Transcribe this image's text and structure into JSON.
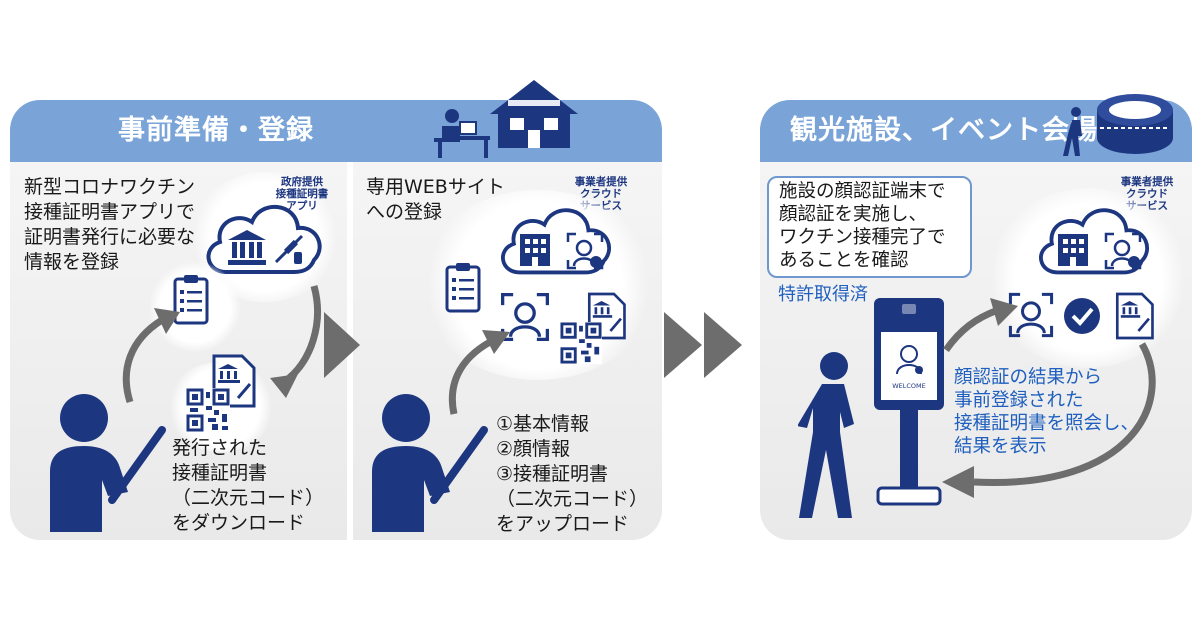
{
  "panel_left": {
    "title": "事前準備・登録",
    "step1": {
      "text": "新型コロナワクチン\n接種証明書アプリで\n証明書発行に必要な\n情報を登録",
      "cloud_label": "政府提供\n接種証明書\nアプリ",
      "result_text": "発行された\n接種証明書\n（二次元コード）\nをダウンロード"
    },
    "step2": {
      "text": "専用WEBサイト\nへの登録",
      "cloud_label": "事業者提供\nクラウド\nサービス",
      "upload_text": "①基本情報\n②顔情報\n③接種証明書\n（二次元コード）\nをアップロード"
    }
  },
  "panel_right": {
    "title": "観光施設、イベント会場",
    "confirm_text": "施設の顔認証端末で\n顔認証を実施し、\nワクチン接種完了で\nあることを確認",
    "patent": "特許取得済",
    "cloud_label": "事業者提供\nクラウド\nサービス",
    "result_text": "顔認証の結果から\n事前登録された\n接種証明書を照会し、\n結果を表示",
    "terminal_screen": "WELCOME"
  },
  "colors": {
    "header": "#7aa4d8",
    "navy": "#1d3680",
    "accent_blue": "#1f5fbf",
    "arrow_gray": "#6d6d6d"
  },
  "icons": [
    "house-icon",
    "desk-worker-icon",
    "stadium-icon",
    "walking-person-icon",
    "bank-icon",
    "syringe-icon",
    "checklist-icon",
    "qr-code-icon",
    "certificate-icon",
    "building-icon",
    "face-scan-icon",
    "check-circle-icon",
    "person-with-phone-icon",
    "face-terminal-icon"
  ]
}
